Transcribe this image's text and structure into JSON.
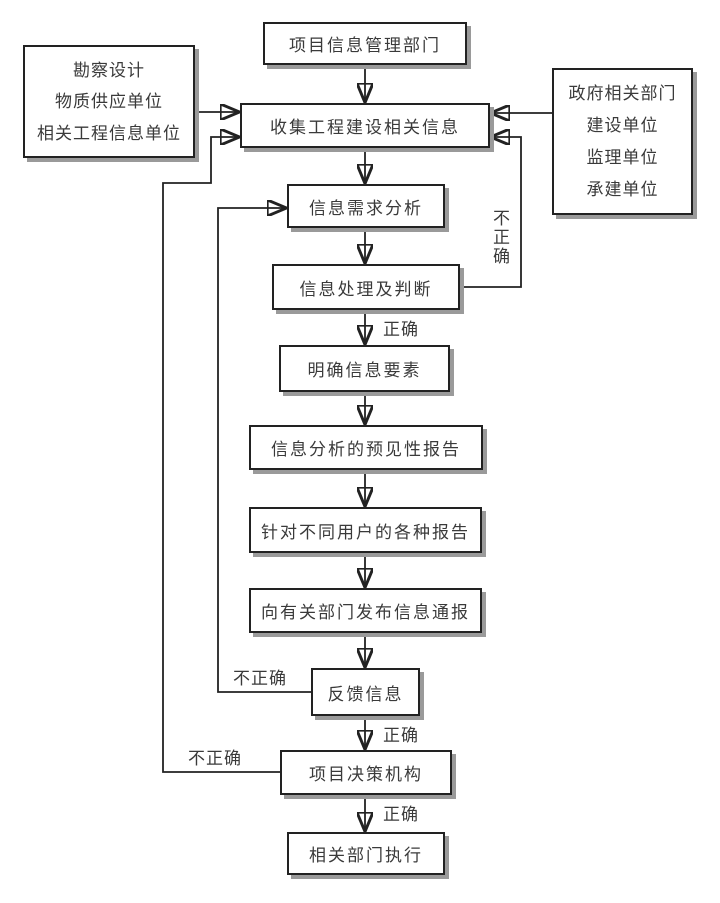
{
  "diagram": {
    "type": "flowchart",
    "nodes": {
      "project_info_dept": {
        "label": "项目信息管理部门"
      },
      "left_sources": {
        "lines": [
          "勘察设计",
          "物质供应单位",
          "相关工程信息单位"
        ]
      },
      "right_sources": {
        "lines": [
          "政府相关部门",
          "建设单位",
          "监理单位",
          "承建单位"
        ]
      },
      "collect_info": {
        "label": "收集工程建设相关信息"
      },
      "demand_analysis": {
        "label": "信息需求分析"
      },
      "processing_judgment": {
        "label": "信息处理及判断"
      },
      "clarify_elements": {
        "label": "明确信息要素"
      },
      "predictive_report": {
        "label": "信息分析的预见性报告"
      },
      "user_reports": {
        "label": "针对不同用户的各种报告"
      },
      "publish_notification": {
        "label": "向有关部门发布信息通报"
      },
      "feedback_info": {
        "label": "反馈信息"
      },
      "decision_body": {
        "label": "项目决策机构"
      },
      "dept_execute": {
        "label": "相关部门执行"
      }
    },
    "edge_labels": {
      "processing_correct": "正确",
      "feedback_correct": "正确",
      "decision_correct": "正确",
      "processing_incorrect": "不正确",
      "feedback_incorrect": "不正确",
      "decision_incorrect": "不正确"
    },
    "colors": {
      "background": "#ffffff",
      "box_fill": "#ffffff",
      "box_border": "#222222",
      "box_shadow": "#9a9a9a",
      "line": "#222222",
      "text": "#3a3a3a"
    }
  }
}
